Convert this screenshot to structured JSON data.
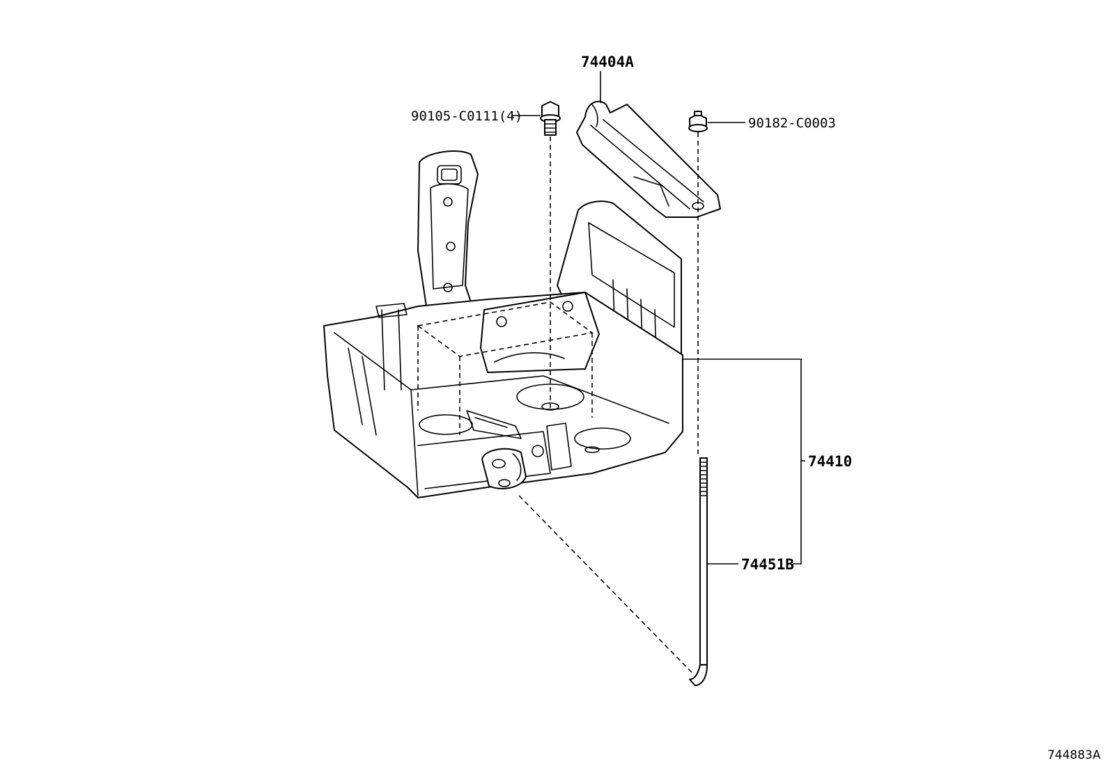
{
  "diagram": {
    "ref_code": "744883A",
    "callouts": {
      "bolt": "90105-C0111(4)",
      "clamp": "74404A",
      "nut": "90182-C0003",
      "tray": "74410",
      "rod": "74451B"
    }
  }
}
